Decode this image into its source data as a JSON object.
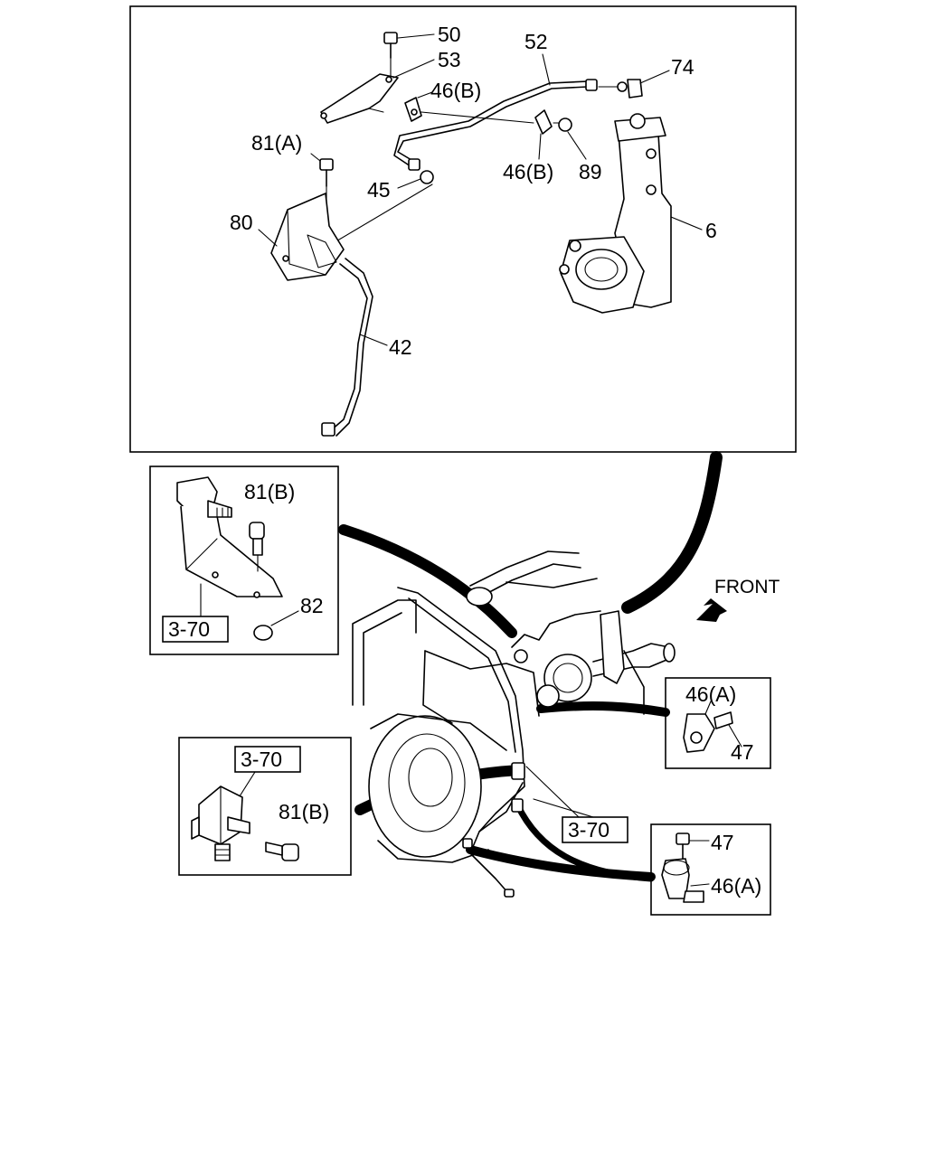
{
  "callouts": {
    "p50": "50",
    "p53": "53",
    "p52": "52",
    "p74": "74",
    "p46b_top": "46(B)",
    "p46b_mid": "46(B)",
    "p89": "89",
    "p81a": "81(A)",
    "p45": "45",
    "p80": "80",
    "p6": "6",
    "p42": "42",
    "p81b_inset1": "81(B)",
    "p82": "82",
    "ref_370_inset1": "3-70",
    "ref_370_inset2": "3-70",
    "p81b_inset2": "81(B)",
    "ref_370_main": "3-70",
    "p46a_inset3": "46(A)",
    "p47_inset3": "47",
    "p47_inset4": "47",
    "p46a_inset4": "46(A)",
    "front": "FRONT"
  }
}
